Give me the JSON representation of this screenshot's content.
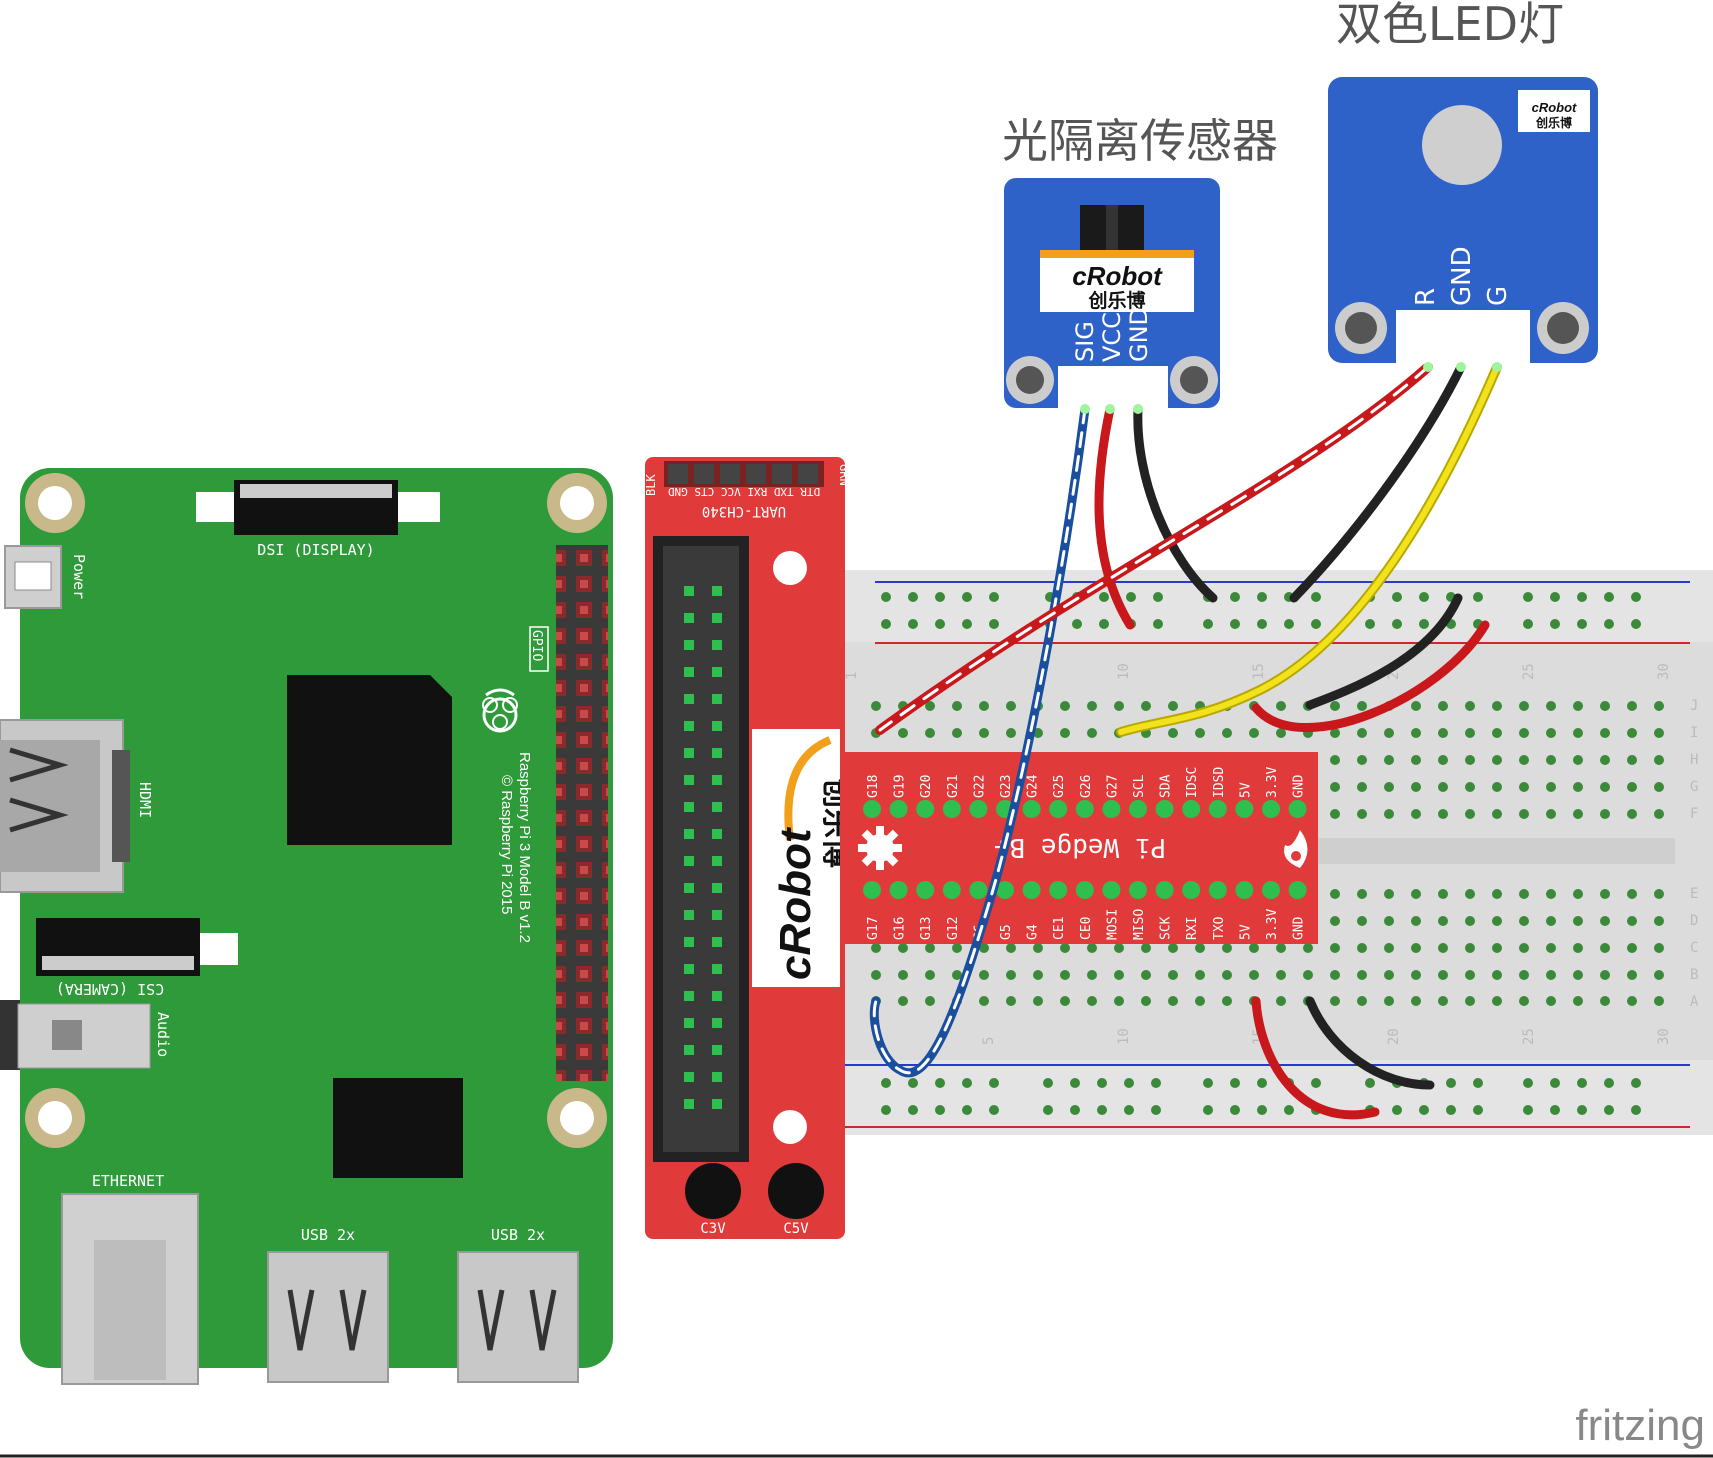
{
  "labels": {
    "sensor_title": "光隔离传感器",
    "led_title": "双色LED灯",
    "fritzing": "fritzing"
  },
  "sensor": {
    "brand": "cRobot",
    "brand_cn": "创乐博",
    "pins": [
      "SIG",
      "VCC",
      "GND"
    ]
  },
  "led": {
    "brand": "cRobot",
    "brand_cn": "创乐博",
    "pins": [
      "R",
      "GND",
      "G"
    ]
  },
  "rpi": {
    "dsi": "DSI (DISPLAY)",
    "power": "Power",
    "gpio": "GPIO",
    "hdmi": "HDMI",
    "csi": "CSI (CAMERA)",
    "audio": "Audio",
    "ethernet": "ETHERNET",
    "usb1": "USB 2x",
    "usb2": "USB 2x",
    "model": "Raspberry Pi 3 Model B v1.2",
    "copyright": "© Raspberry Pi 2015"
  },
  "adapter": {
    "blk": "BLK",
    "grn": "GRN",
    "uart_pins": "DTR TXD RXI VCC CTS GND",
    "uart": "UART-CH340",
    "brand": "cRobot",
    "brand_cn": "创乐博",
    "c3v": "C3V",
    "c5v": "C5V"
  },
  "wedge": {
    "title": "Pi Wedge B+",
    "top_pins": [
      "G18",
      "G19",
      "G20",
      "G21",
      "G22",
      "G23",
      "G24",
      "G25",
      "G26",
      "G27",
      "SCL",
      "SDA",
      "IDSC",
      "IDSD",
      "5V",
      "3.3V",
      "GND"
    ],
    "bottom_pins": [
      "G17",
      "G16",
      "G13",
      "G12",
      "G6",
      "G5",
      "G4",
      "CE1",
      "CE0",
      "MOSI",
      "MISO",
      "SCK",
      "RXI",
      "TXO",
      "5V",
      "3.3V",
      "GND"
    ]
  },
  "breadboard": {
    "col_numbers": [
      "1",
      "5",
      "10",
      "15",
      "20",
      "25",
      "30"
    ],
    "rows_top": [
      "J",
      "I",
      "H",
      "G",
      "F"
    ],
    "rows_bottom": [
      "E",
      "D",
      "C",
      "B",
      "A"
    ]
  },
  "colors": {
    "pcb_green": "#2f9a3a",
    "adapter_red": "#e03a3a",
    "module_blue": "#2f62c9",
    "wire_red": "#c8181c",
    "wire_black": "#222222",
    "wire_yellow": "#f2e21c",
    "wire_blue": "#3a7bd5"
  }
}
